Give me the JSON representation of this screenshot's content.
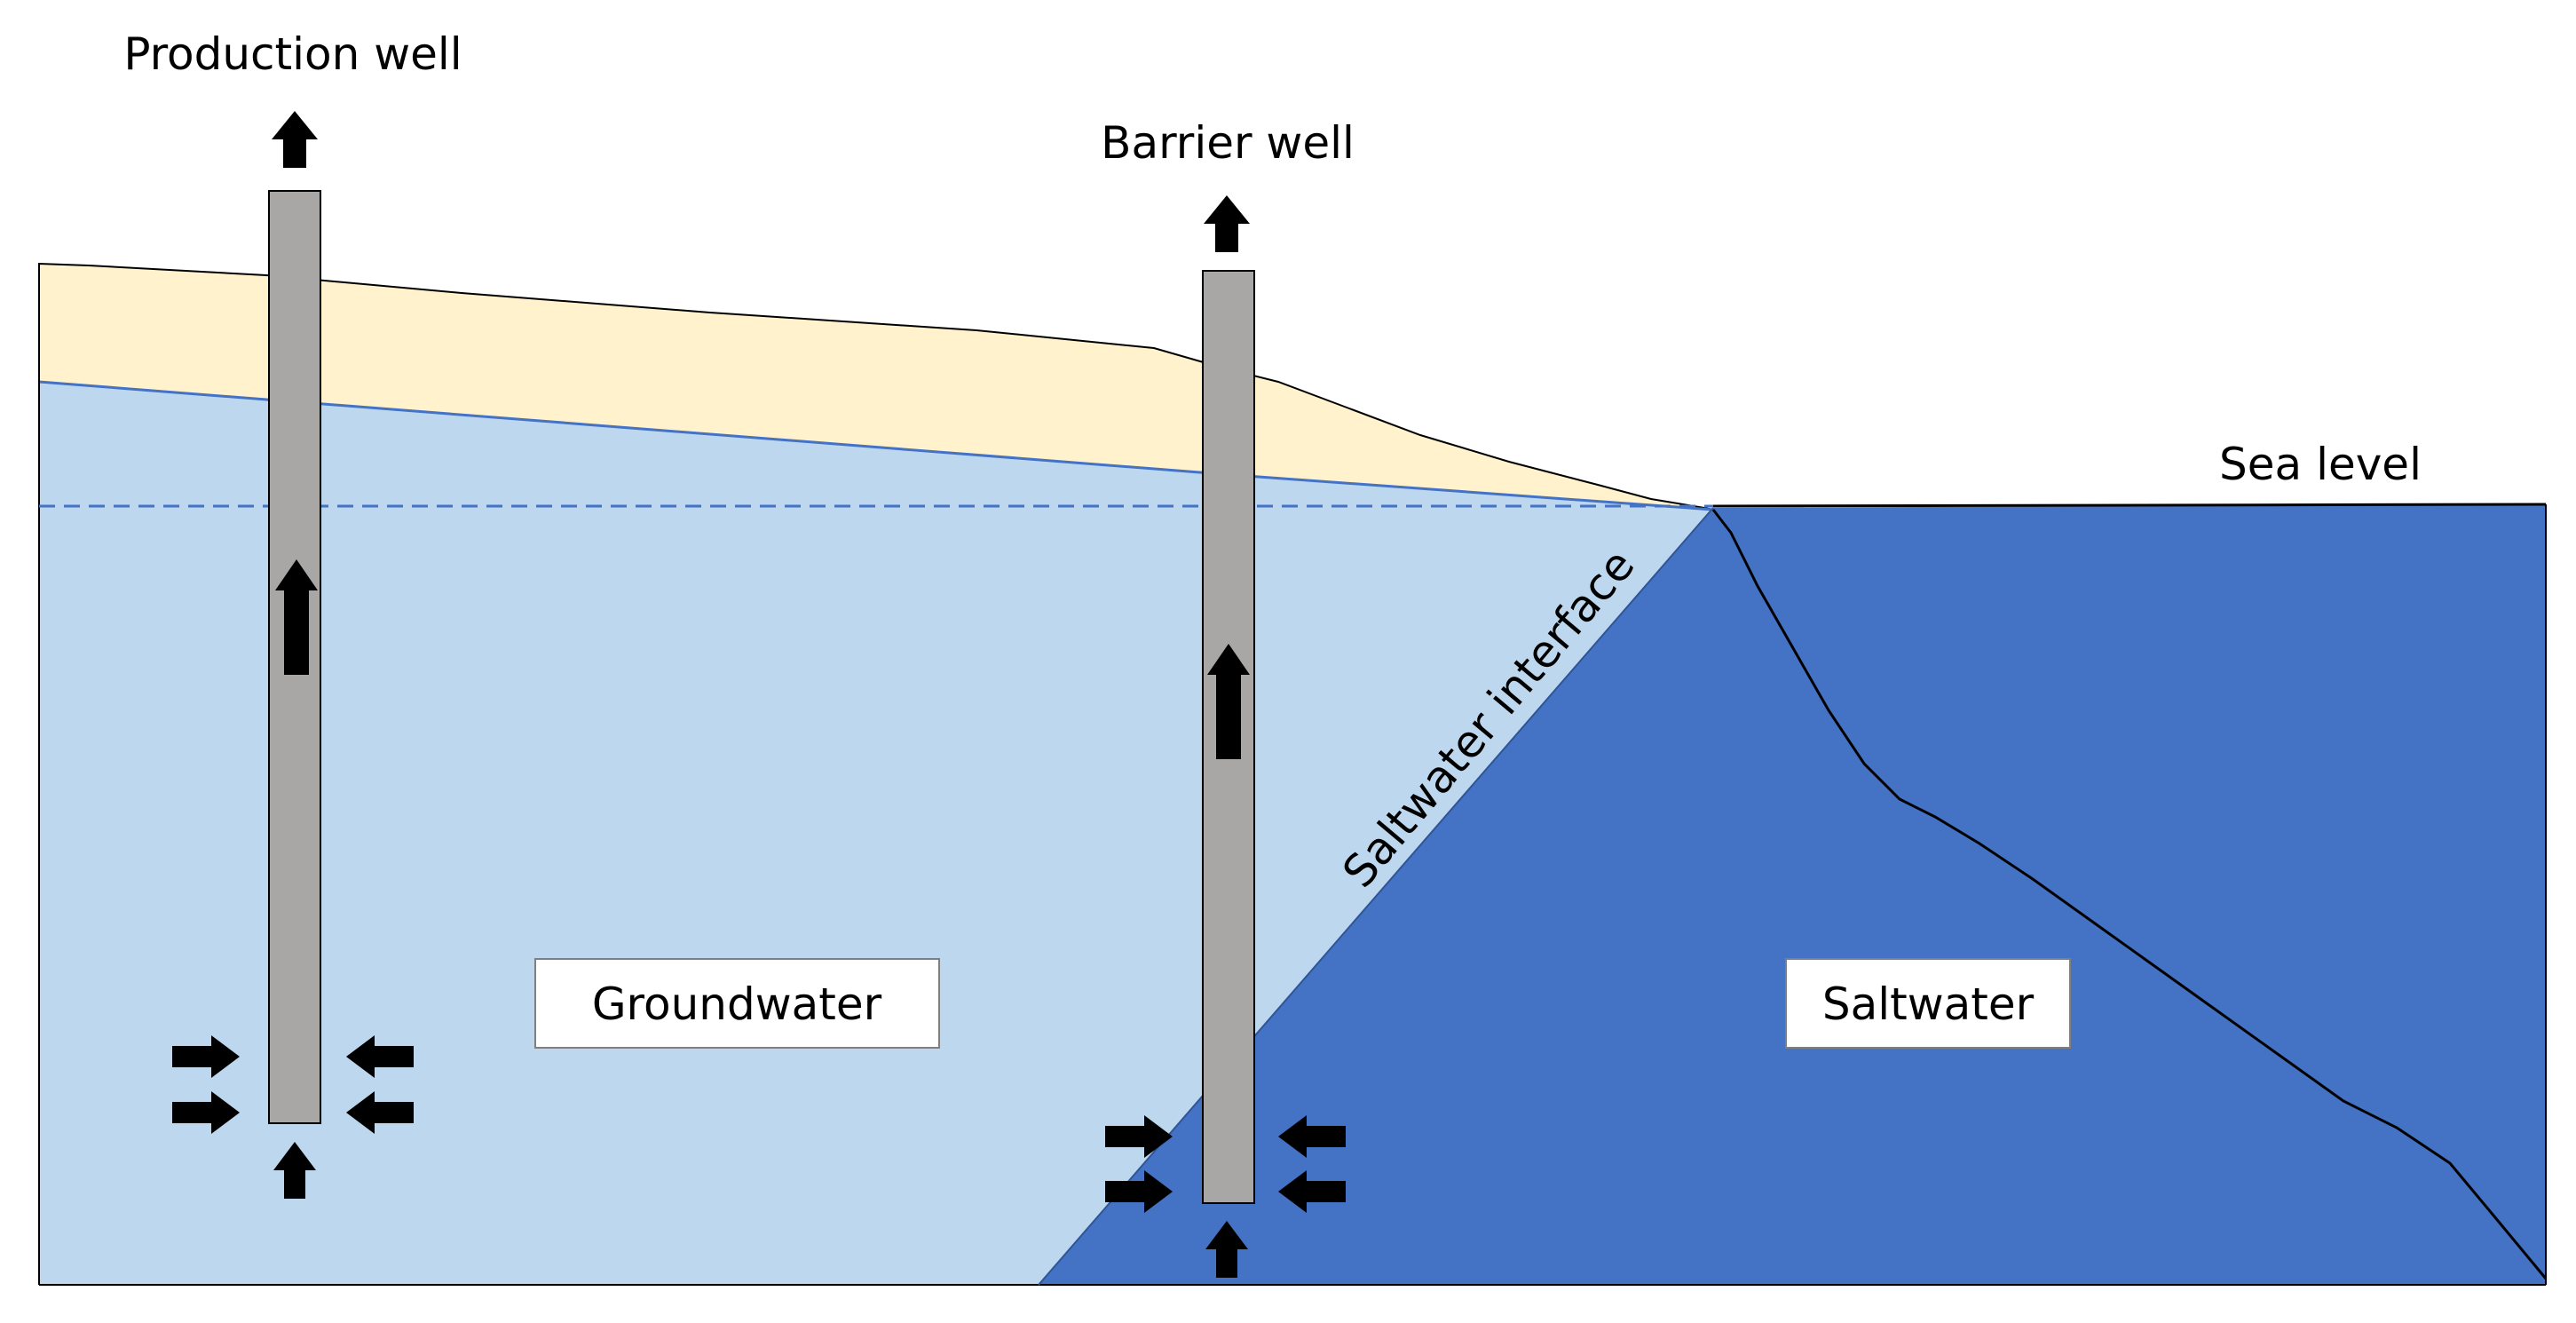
{
  "labels": {
    "production_well": "Production well",
    "barrier_well": "Barrier well",
    "sea_level": "Sea level",
    "saltwater_interface": "Saltwater interface",
    "groundwater": "Groundwater",
    "saltwater": "Saltwater"
  },
  "colors": {
    "sand": "#FFF2CC",
    "groundwater": "#BDD7EE",
    "saltwater": "#4472C4",
    "well_casing": "#A9A6A6",
    "water_table_dash": "#4472C4",
    "arrow": "#000000",
    "outline": "#000000"
  },
  "icons": {
    "flow_arrow": "block-arrow"
  }
}
